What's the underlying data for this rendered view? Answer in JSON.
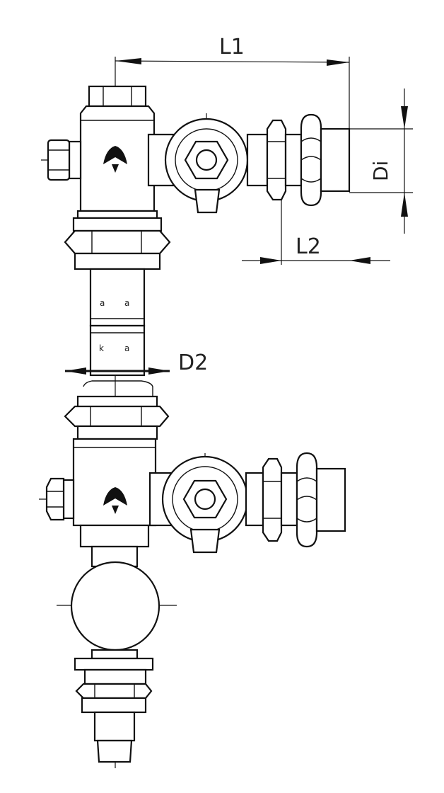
{
  "dimensions": {
    "l1": "L1",
    "l2": "L2",
    "di": "Di",
    "d2": "D2"
  },
  "colors": {
    "line": "#111111",
    "background": "#ffffff"
  }
}
